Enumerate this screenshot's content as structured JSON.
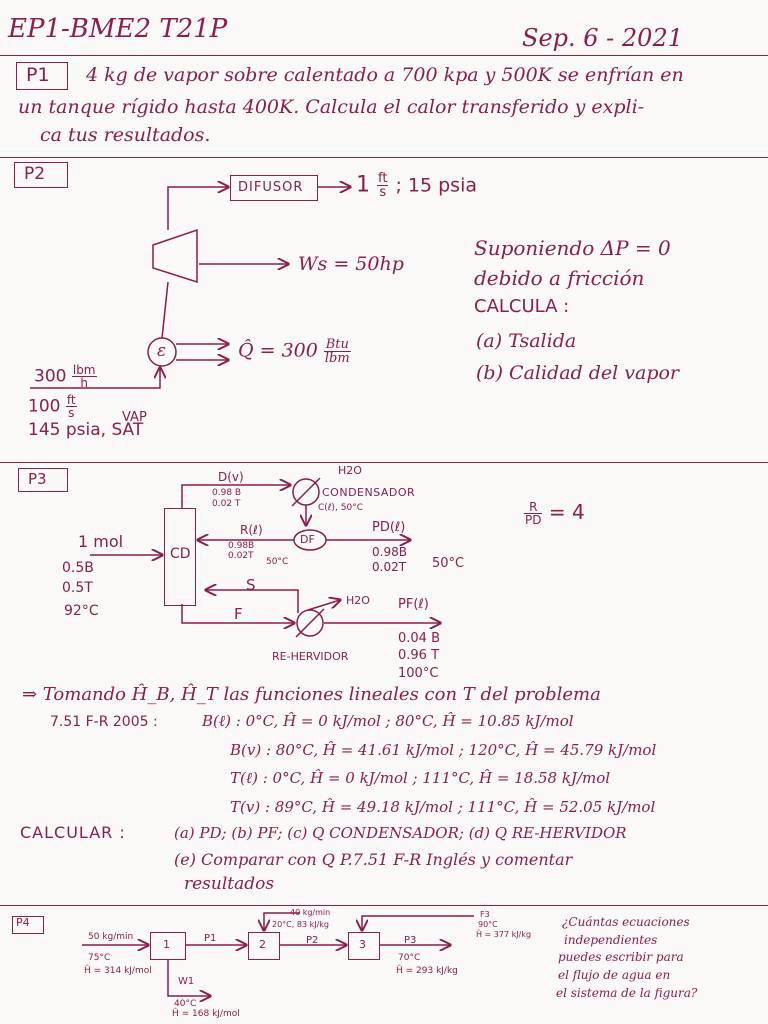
{
  "header": {
    "course": "EP1-BME2 T21P",
    "date": "Sep. 6 - 2021"
  },
  "p1": {
    "label": "P1",
    "line1": "4 kg de vapor sobre calentado a 700 kpa y 500K se enfrían en",
    "line2": "un tanque rígido hasta 400K. Calcula el calor transferido y expli-",
    "line3": "ca tus resultados."
  },
  "p2": {
    "label": "P2",
    "difusor": "DIFUSOR",
    "out_prefix": "1",
    "out_num": "ft",
    "out_den": "s",
    "out_suffix": "; 15 psia",
    "ws": "Ws = 50hp",
    "q_prefix": "Q̂ = 300",
    "q_num": "Btu",
    "q_den": "lbm",
    "in_flow_val": "300",
    "in_flow_num": "lbm",
    "in_flow_den": "h",
    "in_vel_val": "100",
    "in_vel_num": "ft",
    "in_vel_den": "s",
    "in_vap": "VAP",
    "in_press": "145 psia, SAT",
    "heater_symbol": "ε",
    "assume1": "Suponiendo ΔP = 0",
    "assume2": "debido a fricción",
    "calc": "CALCULA :",
    "a": "(a) Tsalida",
    "b": "(b) Calidad del vapor"
  },
  "p3": {
    "label": "P3",
    "feed": "1 mol",
    "feed_b": "0.5B",
    "feed_t": "0.5T",
    "feed_temp": "92°C",
    "cd": "CD",
    "df": "DF",
    "d_label": "D(v)",
    "d_b": "0.98 B",
    "d_t": "0.02 T",
    "h2o_top": "H2O",
    "condensador": "CONDENSADOR",
    "c_label": "C(ℓ), 50°C",
    "r_label": "R(ℓ)",
    "r_b": "0.98B",
    "r_t": "0.02T",
    "r_temp": "50°C",
    "pd_label": "PD(ℓ)",
    "pd_b": "0.98B",
    "pd_t": "0.02T",
    "pd_temp": "50°C",
    "s_label": "S",
    "f_label": "F",
    "h2o_bot": "H2O",
    "pf_label": "PF(ℓ)",
    "reherv": "RE-HERVIDOR",
    "pf_b": "0.04 B",
    "pf_t": "0.96 T",
    "pf_temp": "100°C",
    "ratio_num": "R",
    "ratio_den": "PD",
    "ratio_val": "= 4",
    "tomando": "⇒ Tomando Ĥ_B, Ĥ_T las funciones lineales con T del problema",
    "ref": "7.51 F-R 2005 :",
    "bl": "B(ℓ) : 0°C, Ĥ = 0 kJ/mol ; 80°C, Ĥ = 10.85 kJ/mol",
    "bv": "B(v) : 80°C, Ĥ = 41.61 kJ/mol ; 120°C, Ĥ = 45.79 kJ/mol",
    "tl": "T(ℓ) : 0°C, Ĥ = 0 kJ/mol ; 111°C, Ĥ = 18.58 kJ/mol",
    "tv": "T(v) : 89°C, Ĥ = 49.18 kJ/mol ; 111°C, Ĥ = 52.05 kJ/mol",
    "calcular": "CALCULAR :",
    "calc_list": "(a) PD; (b) PF; (c) Q CONDENSADOR; (d) Q RE-HERVIDOR",
    "e1": "(e) Comparar con Q P.7.51 F-R Inglés y comentar",
    "e2": "resultados"
  },
  "p4": {
    "label": "P4",
    "in_flow": "50 kg/min",
    "in_temp": "75°C",
    "in_h": "Ĥ = 314 kJ/mol",
    "u1": "1",
    "u2": "2",
    "u3": "3",
    "p1": "P1",
    "p2": "P2",
    "p3": "P3",
    "w1": "W1",
    "w1_temp": "40°C",
    "w1_h": "Ĥ = 168 kJ/mol",
    "f2_flow": "40 kg/min",
    "f2_cond": "20°C, 83 kJ/kg",
    "f3": "F3",
    "f3_temp": "90°C",
    "f3_h": "Ĥ = 377 kJ/kg",
    "p3_temp": "70°C",
    "p3_h": "Ĥ = 293 kJ/kg",
    "q1": "¿Cuántas ecuaciones",
    "q2": "independientes",
    "q3": "puedes escribir para",
    "q4": "el flujo de agua en",
    "q5": "el sistema de la figura?"
  },
  "colors": {
    "ink": "#8a1e4c",
    "paper": "#fbf9f7"
  }
}
